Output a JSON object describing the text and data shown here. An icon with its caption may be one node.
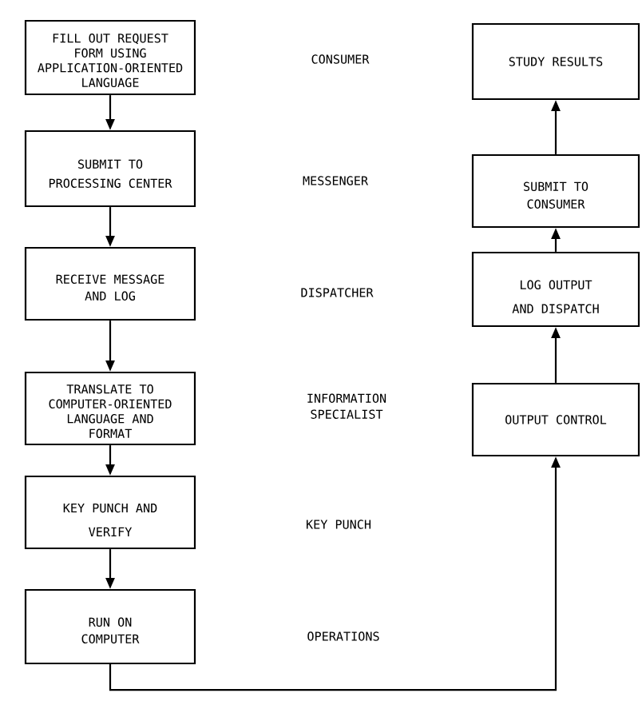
{
  "diagram": {
    "nodes": [
      {
        "text": [
          "FILL OUT REQUEST FORM USING APPLICATION-ORIENTED LANGUAGE"
        ]
      },
      {
        "text": [
          "SUBMIT TO PROCESSING CENTER"
        ]
      },
      {
        "text": [
          "RECEIVE MESSAGE AND LOG"
        ]
      },
      {
        "text": [
          "TRANSLATE TO COMPUTER-ORIENTED LANGUAGE AND FORMAT"
        ]
      },
      {
        "text": [
          "KEY PUNCH AND VERIFY"
        ]
      },
      {
        "text": [
          "RUN ON COMPUTER"
        ]
      },
      {
        "text": [
          "STUDY RESULTS"
        ]
      },
      {
        "text": [
          "SUBMIT TO CONSUMER"
        ]
      },
      {
        "text": [
          "LOG OUTPUT AND DISPATCH"
        ]
      },
      {
        "text": [
          "OUTPUT CONTROL"
        ]
      }
    ],
    "edges": [
      {
        "from": 0,
        "to": 1,
        "arrow": "to"
      },
      {
        "from": 1,
        "to": 2,
        "arrow": "to"
      },
      {
        "from": 2,
        "to": 3,
        "arrow": "to"
      },
      {
        "from": 3,
        "to": 4,
        "arrow": "to"
      },
      {
        "from": 4,
        "to": 5,
        "arrow": "to"
      },
      {
        "from": 5,
        "to": 9,
        "arrow": "to"
      },
      {
        "from": 9,
        "to": 8,
        "arrow": "to"
      },
      {
        "from": 8,
        "to": 7,
        "arrow": "to"
      },
      {
        "from": 7,
        "to": 6,
        "arrow": "to"
      }
    ],
    "labels": [
      "CONSUMER",
      "MESSENGER",
      "DISPATCHER",
      "INFORMATION SPECIALIST",
      "KEY PUNCH",
      "OPERATIONS"
    ]
  }
}
